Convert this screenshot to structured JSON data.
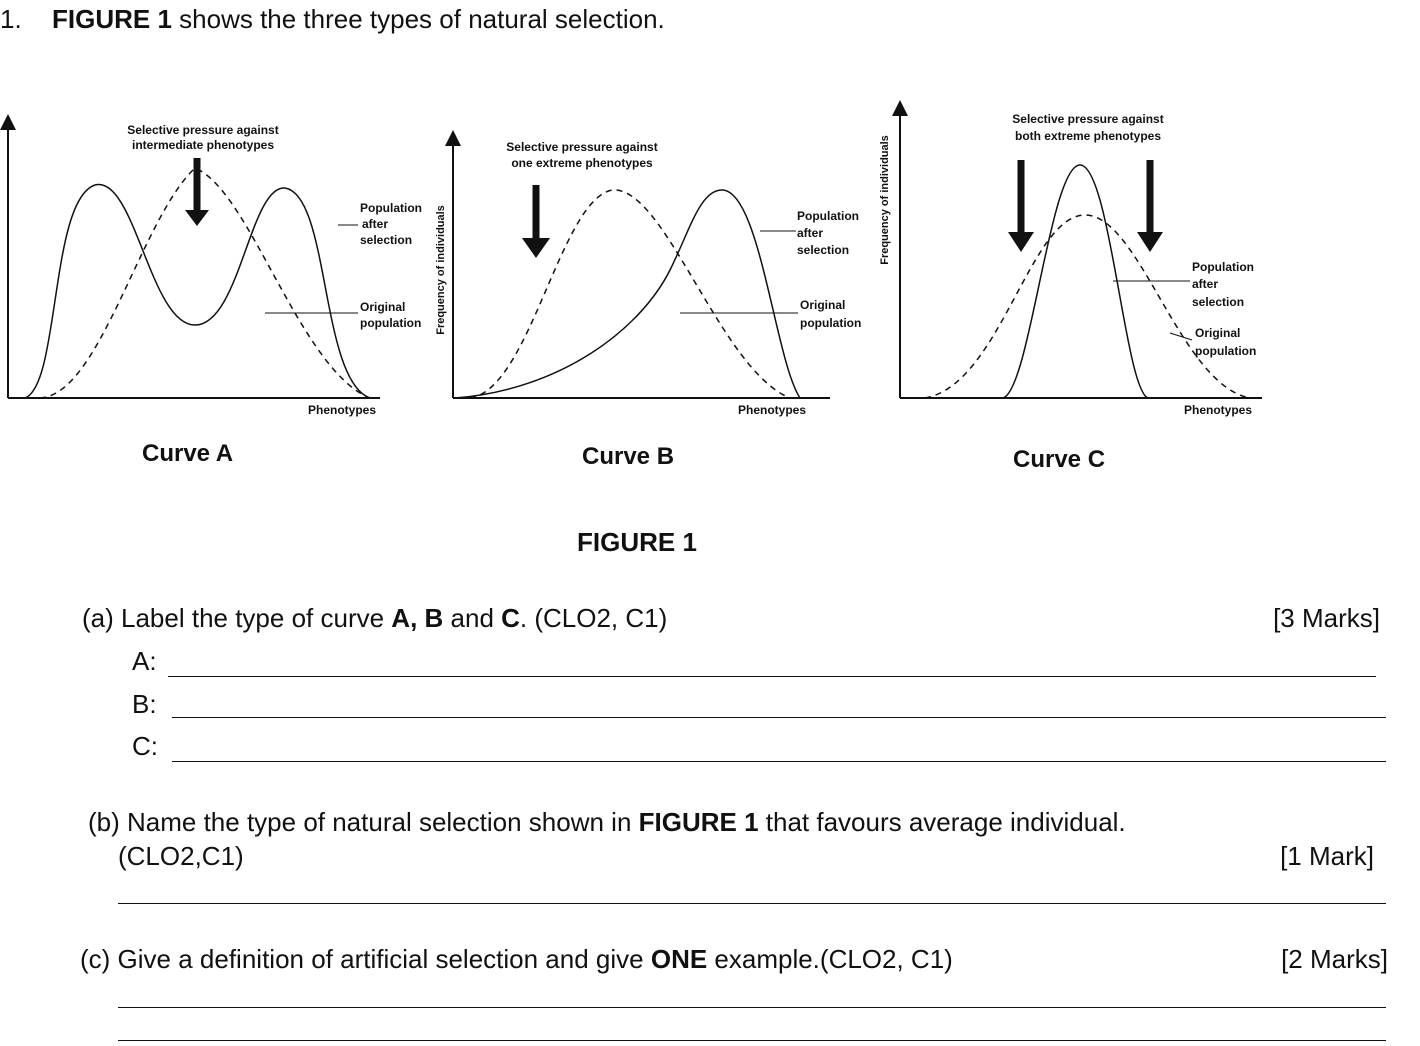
{
  "question": {
    "number": "1.",
    "bold_lead": "FIGURE 1",
    "text": " shows the three types of natural selection."
  },
  "figure": {
    "caption": "FIGURE 1",
    "curve_a": {
      "name": "Curve A",
      "pressure": [
        "Selective pressure against",
        "intermediate phenotypes"
      ],
      "after": [
        "Population",
        "after",
        "selection"
      ],
      "original": [
        "Original",
        "population"
      ],
      "x_axis": "Phenotypes"
    },
    "curve_b": {
      "name": "Curve B",
      "pressure": [
        "Selective pressure against",
        "one extreme phenotypes"
      ],
      "after": [
        "Population",
        "after",
        "selection"
      ],
      "original": [
        "Original",
        "population"
      ],
      "x_axis": "Phenotypes",
      "y_axis": "Frequency of individuals"
    },
    "curve_c": {
      "name": "Curve C",
      "pressure": [
        "Selective pressure against",
        "both extreme phenotypes"
      ],
      "after": [
        "Population",
        "after",
        "selection"
      ],
      "original": [
        "Original",
        "population"
      ],
      "x_axis": "Phenotypes",
      "y_axis": "Frequency of individuals"
    }
  },
  "part_a": {
    "pre": "(a) Label the type of curve ",
    "bold1": "A, B",
    "mid": " and ",
    "bold2": "C",
    "post": ". (CLO2, C1)",
    "marks": "[3 Marks]",
    "labels": [
      "A:",
      "B:",
      "C:"
    ]
  },
  "part_b": {
    "pre": "(b) Name the type of natural  selection shown in ",
    "bold": "FIGURE 1",
    "post": " that favours average individual.",
    "line2": "(CLO2,C1)",
    "marks": "[1 Mark]"
  },
  "part_c": {
    "pre": "(c) Give a definition of artificial selection and give ",
    "bold": "ONE",
    "post": " example.(CLO2, C1)",
    "marks": "[2 Marks]"
  }
}
